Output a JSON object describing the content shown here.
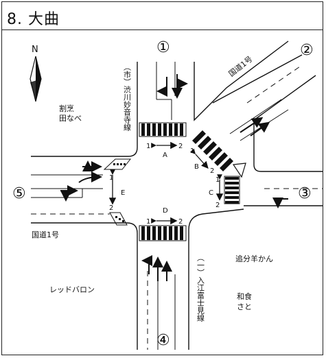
{
  "title": "8. 大曲",
  "north": "N",
  "approaches": [
    "①",
    "②",
    "③",
    "④",
    "⑤"
  ],
  "crosswalks": [
    {
      "id": "A",
      "end1": "1",
      "end2": "2"
    },
    {
      "id": "B",
      "end1": "1",
      "end2": "2"
    },
    {
      "id": "C",
      "end1": "1",
      "end2": "2"
    },
    {
      "id": "D",
      "end1": "1",
      "end2": "2"
    },
    {
      "id": "E",
      "end1": "1",
      "end2": "2"
    }
  ],
  "roads": {
    "city_road_left": "（市）渋川妙音寺線",
    "national_diag": "国道1号",
    "national_west": "国道1号",
    "prefectural": "（一）入江富士見線"
  },
  "places": {
    "nw_shop": [
      "割烹",
      "田なべ"
    ],
    "se_shop1": "追分羊かん",
    "se_shop2": [
      "和食",
      "さと"
    ],
    "sw_shop": "レッドバロン"
  },
  "colors": {
    "line": "#111111",
    "background": "#ffffff"
  }
}
